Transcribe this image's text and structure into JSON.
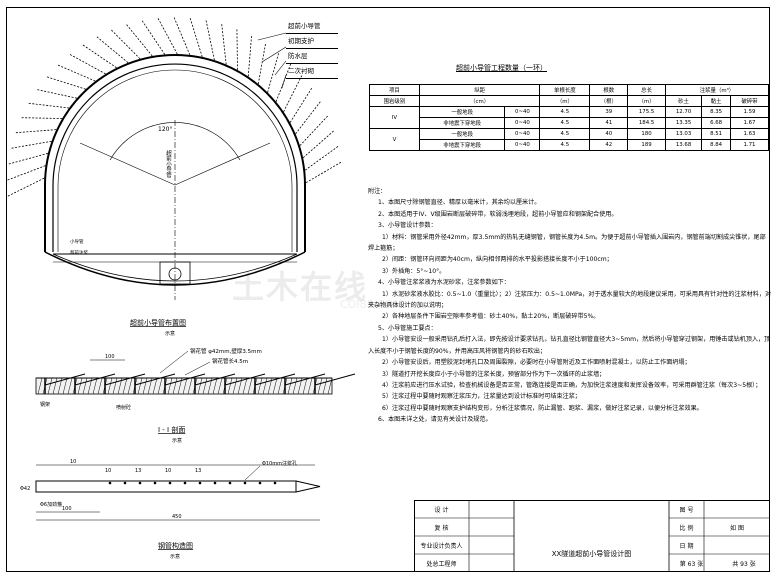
{
  "legend": {
    "items": [
      "超前小导管",
      "初期支护",
      "防水层",
      "二次衬砌"
    ]
  },
  "section": {
    "angle_label": "120°",
    "vertical_label": "超前小导管",
    "left_label_1": "小导管",
    "left_label_2": "超前注浆",
    "title": "超前小导管布置图",
    "scale": "示意"
  },
  "profile": {
    "dim_100": "100",
    "pipe_label": "钢花管 φ42mm,壁厚3.5mm",
    "length_label": "钢花管长4.5m",
    "steel_arch": "钢架",
    "spray": "喷射砼",
    "title": "I - I 剖面",
    "scale": "示意"
  },
  "pipe": {
    "dim_top": "10",
    "dims": [
      "10",
      "13",
      "10",
      "13"
    ],
    "hole_label": "Φ10mm注浆孔",
    "left_label": "Φ6加劲箍",
    "side_dim": "Φ42",
    "bottom_dim": "100",
    "total_dim": "450",
    "title": "钢管构造图",
    "scale": "示意"
  },
  "quantity_table": {
    "title": "超前小导管工程数量（一环）",
    "header1": [
      "项目",
      "纵距",
      "单根长度",
      "根数",
      "总长",
      "注浆量（m³）"
    ],
    "header2": [
      "围岩级别",
      "（cm）",
      "（m）",
      "（根）",
      "（m）",
      "砂土",
      "黏土",
      "破碎带"
    ],
    "rows": [
      {
        "grade": "IV",
        "type": "一般地段",
        "spacing": "0~40",
        "len": "4.5",
        "count": "39",
        "total": "175.5",
        "sand": "12.70",
        "clay": "8.35",
        "broken": "1.59"
      },
      {
        "grade": "",
        "type": "非地震下穿地段",
        "spacing": "0~40",
        "len": "4.5",
        "count": "41",
        "total": "184.5",
        "sand": "13.35",
        "clay": "6.68",
        "broken": "1.67"
      },
      {
        "grade": "V",
        "type": "一般地段",
        "spacing": "0~40",
        "len": "4.5",
        "count": "40",
        "total": "180",
        "sand": "13.03",
        "clay": "8.51",
        "broken": "1.63"
      },
      {
        "grade": "",
        "type": "非地震下穿地段",
        "spacing": "0~40",
        "len": "4.5",
        "count": "42",
        "total": "189",
        "sand": "13.68",
        "clay": "8.84",
        "broken": "1.71"
      }
    ]
  },
  "notes": [
    "附注：",
    "1、本图尺寸除钢管直径、精厚以毫米计，其余均以厘米计。",
    "2、本图适用于IV、V级围岩断层破碎带，软弱浅埋地段，超前小导管应和钢架配合使用。",
    "3、小导管设计参数：",
    "1）材料：钢管采用外径42mm，厚3.5mm的热轧无缝钢管，钢管长度为4.5m。为便于超前小导管插入围岩内，钢管前端切割成尖锥状，尾部",
    "焊上箍筋；",
    "2）间距：钢管环向间距为40cm，纵向相邻两排的水平投影搭接长度不小于100cm；",
    "3）外插角：5°~10°。",
    "4、小导管注浆浆液为水泥砂浆，注浆参数如下：",
    "1）水泥砂浆液水胶比：0.5~1.0（重量比）；2）注浆压力：0.5~1.0MPa，对于透水量较大的地段建议采用，可采用具有针对性的注浆材料，对",
    "夹杂物具体设计的加以说明；",
    "2）各种地层条件下围岩空隙率参考值：砂土40%，黏土20%，断层破碎带5%。",
    "5、小导管施工要点：",
    "1）小导管安设一般采用钻孔后打入法，即先按设计要求钻孔，钻孔直径比钢管直径大3~5mm，然后将小导管穿过钢架，用锤击或钻机顶入，顶",
    "入长度不小于钢管长度的90%，并用高压风将钢管内的砂石吹出；",
    "2）小导管安设后，用塑胶泥封堵孔口及周围裂隙，必要时在小导管附近及工作面喷射混凝土，以防止工作面坍塌；",
    "3）隧道打开挖长度应小于小导管的注浆长度，预留部分作为下一次循环的止浆墙；",
    "4）注浆前应进行压水试验，检查机械设备是否正常，管路连接是否正确，为加快注浆速度和发挥设备效率，可采用群管注浆（每次3~5根）；",
    "5）注浆过程中要随时观察注浆压力，注浆量达到设计标准时可结束注浆；",
    "6）注浆过程中要随时观察支护结构变形，分析注浆情况，防止漏管、跑浆、漏浆，做好注浆记录，以便分析注浆效果。",
    "6、本图未详之处，请见有关设计及规范。"
  ],
  "title_block": {
    "design": "设 计",
    "review": "复 核",
    "lead": "专业设计负责人",
    "chief": "处总工程师",
    "drawing_title": "XX隧道超前小导管设计图",
    "drawing_no": "图 号",
    "scale_label": "比 例",
    "scale_value": "如 图",
    "date": "日 期",
    "sheet": "第 63 张",
    "total": "共 93 张"
  },
  "watermark": {
    "main": "土木在线",
    "sub": "COI88.COM"
  }
}
